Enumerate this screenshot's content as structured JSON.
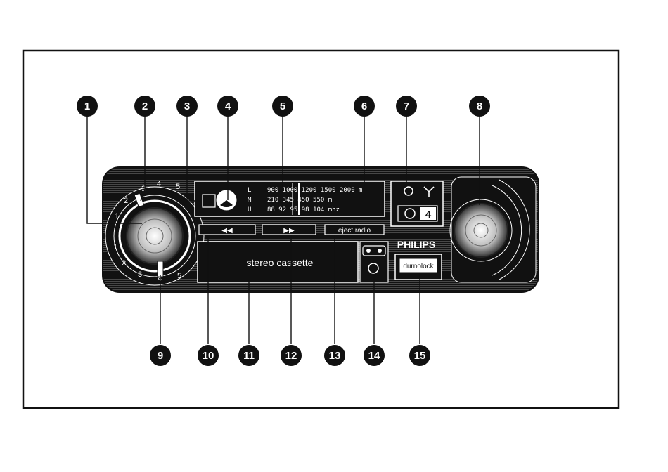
{
  "callouts": [
    "1",
    "2",
    "3",
    "4",
    "5",
    "6",
    "7",
    "8",
    "9",
    "10",
    "11",
    "12",
    "13",
    "14",
    "15"
  ],
  "dial_scale": {
    "upper": [
      "1",
      "2",
      "3",
      "4",
      "5"
    ],
    "lower": [
      "1",
      "2",
      "3",
      "4",
      "5"
    ]
  },
  "bands": [
    {
      "symbol": "L",
      "scale": "900 1000 1200 1500 2000 m"
    },
    {
      "symbol": "M",
      "scale": "210 345 450 550 m"
    },
    {
      "symbol": "U",
      "scale": "88 92 95 98 104 mhz"
    }
  ],
  "preset_number": "4",
  "buttons": {
    "rewind": "◀◀",
    "fast_forward": "▶▶",
    "eject": "eject radio"
  },
  "cassette_label": "stereo cassette",
  "brand": "PHILIPS",
  "lock_label": "durnolock",
  "colors": {
    "ink": "#111111",
    "paper": "#ffffff"
  }
}
